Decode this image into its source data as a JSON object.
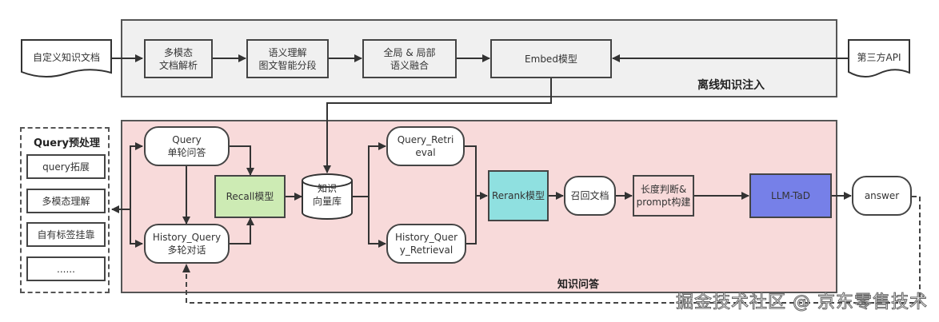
{
  "offline_injection": {
    "label": "离线知识注入",
    "source_left": "自定义知识文档",
    "source_right": "第三方API",
    "steps": [
      "多模态\n文档解析",
      "语义理解\n图文智能分段",
      "全局 & 局部\n语义融合",
      "Embed模型"
    ]
  },
  "query_preprocess": {
    "title": "Query预处理",
    "items": [
      "query拓展",
      "多模态理解",
      "自有标签挂靠",
      "......"
    ]
  },
  "knowledge_qa": {
    "label": "知识问答",
    "single_turn": "Query\n单轮问答",
    "multi_turn": "History_Query\n多轮对话",
    "recall_model": "Recall模型",
    "vector_db": "知识\n向量库",
    "query_retrieval": "Query_Retri\neval",
    "history_retrieval": "History_Quer\ny_Retrieval",
    "rerank_model": "Rerank模型",
    "recalled_docs": "召回文档",
    "prompt_build": "长度判断&\nprompt构建",
    "llm": "LLM-TaD",
    "answer": "answer"
  },
  "colors": {
    "offline_bg": "#f0f0f0",
    "qa_bg": "#f8dada",
    "recall": "#cdebb4",
    "rerank": "#8fe0e0",
    "llm": "#7680e8"
  },
  "watermark": "掘金技术社区 @ 京东零售技术"
}
